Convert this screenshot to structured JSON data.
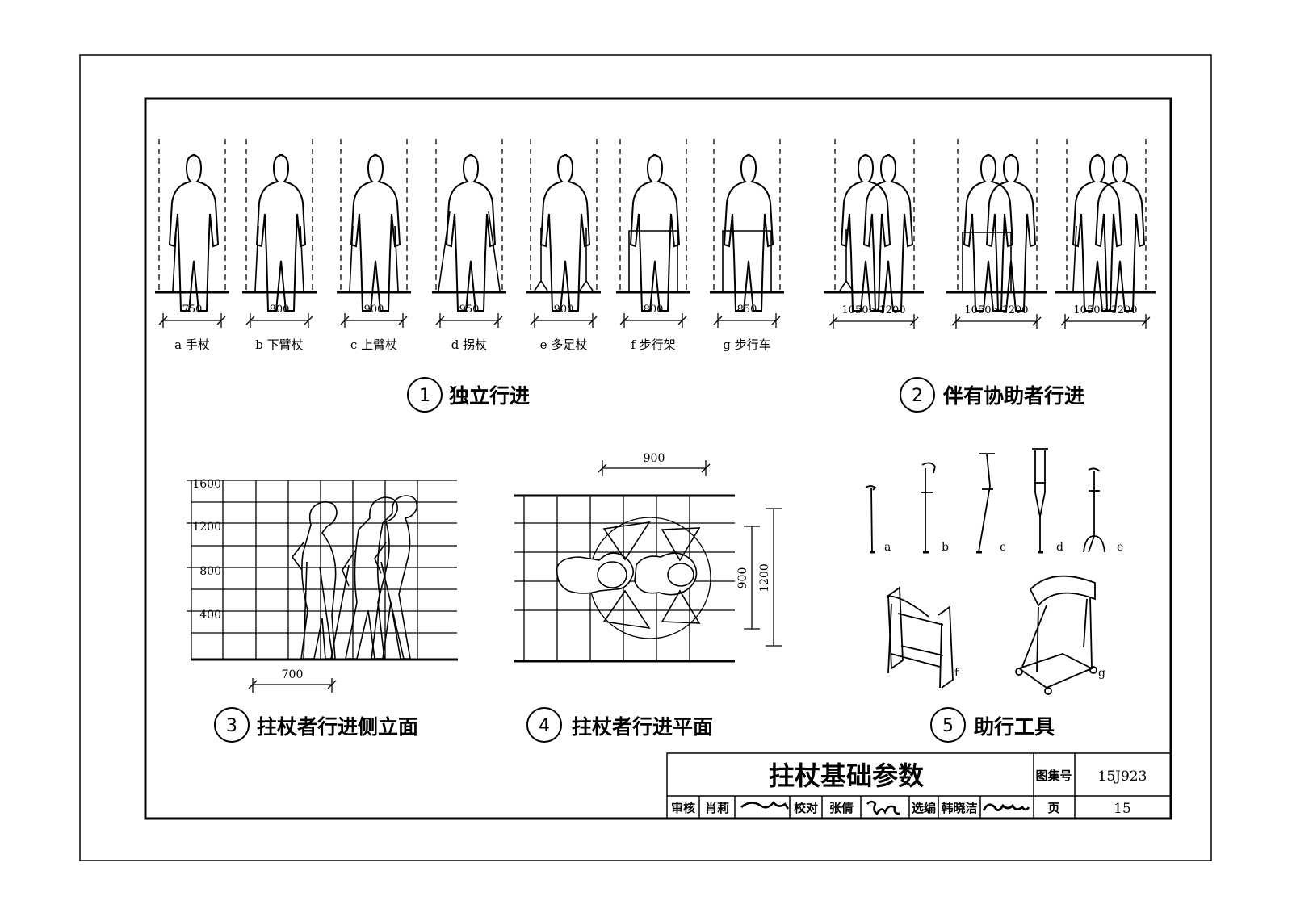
{
  "sections": {
    "s1": {
      "num": "1",
      "title": "独立行进"
    },
    "s2": {
      "num": "2",
      "title": "伴有协助者行进"
    },
    "s3": {
      "num": "3",
      "title": "拄杖者行进侧立面"
    },
    "s4": {
      "num": "4",
      "title": "拄杖者行进平面"
    },
    "s5": {
      "num": "5",
      "title": "助行工具"
    }
  },
  "independent": [
    {
      "letter": "a",
      "name": "手杖",
      "width": "750"
    },
    {
      "letter": "b",
      "name": "下臂杖",
      "width": "800"
    },
    {
      "letter": "c",
      "name": "上臂杖",
      "width": "900"
    },
    {
      "letter": "d",
      "name": "拐杖",
      "width": "950"
    },
    {
      "letter": "e",
      "name": "多足杖",
      "width": "900"
    },
    {
      "letter": "f",
      "name": "步行架",
      "width": "800"
    },
    {
      "letter": "g",
      "name": "步行车",
      "width": "850"
    }
  ],
  "assisted": [
    {
      "width": "1050～1200"
    },
    {
      "width": "1050～1200"
    },
    {
      "width": "1050～1200"
    }
  ],
  "elevation": {
    "y_ticks": [
      "1600",
      "1200",
      "800",
      "400"
    ],
    "dim": "700"
  },
  "plan": {
    "dim_top": "900",
    "dim_inner": "900",
    "dim_outer": "1200"
  },
  "tools": {
    "labels": [
      "a",
      "b",
      "c",
      "d",
      "e",
      "f",
      "g"
    ]
  },
  "title_block": {
    "title": "拄杖基础参数",
    "atlas_label": "图集号",
    "atlas_no": "15J923",
    "review_label": "审核",
    "review_name": "肖莉",
    "check_label": "校对",
    "check_name": "张倩",
    "design_label": "选编",
    "design_name": "韩晓洁",
    "page_label": "页",
    "page_no": "15"
  }
}
